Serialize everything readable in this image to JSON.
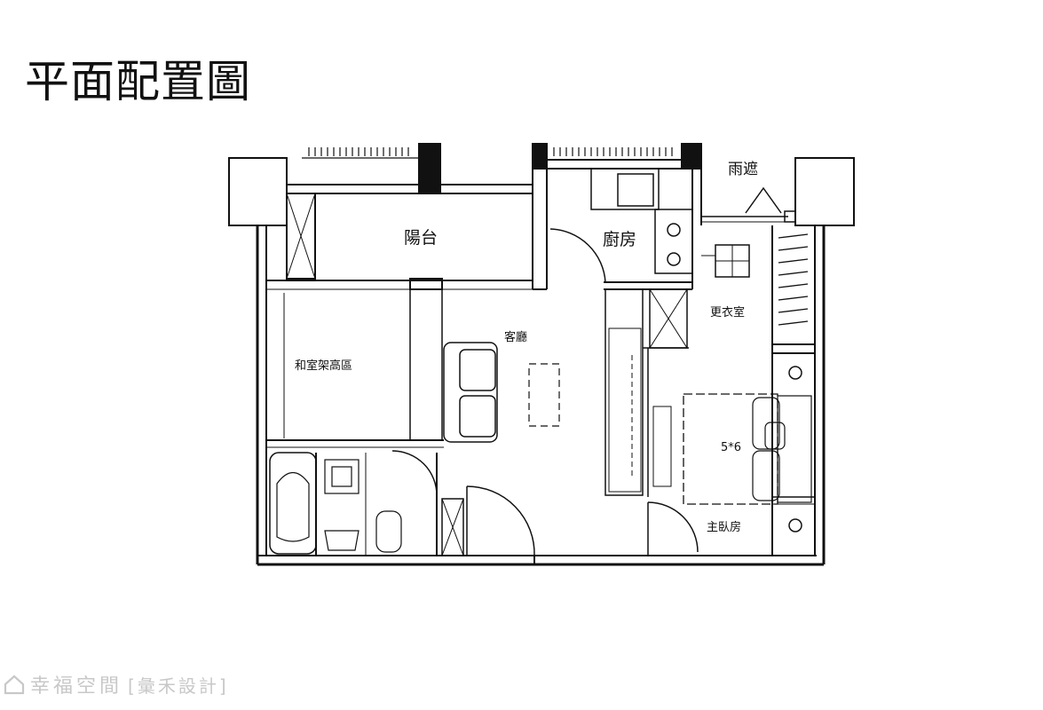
{
  "title": "平面配置圖",
  "rooms": {
    "balcony": "陽台",
    "kitchen": "廚房",
    "canopy": "雨遮",
    "living": "客廳",
    "closet": "更衣室",
    "tatami": "和室架高區",
    "bed_size": "5*6",
    "master": "主臥房"
  },
  "watermark": {
    "brand": "幸福空間",
    "designer": "[彙禾設計]"
  }
}
